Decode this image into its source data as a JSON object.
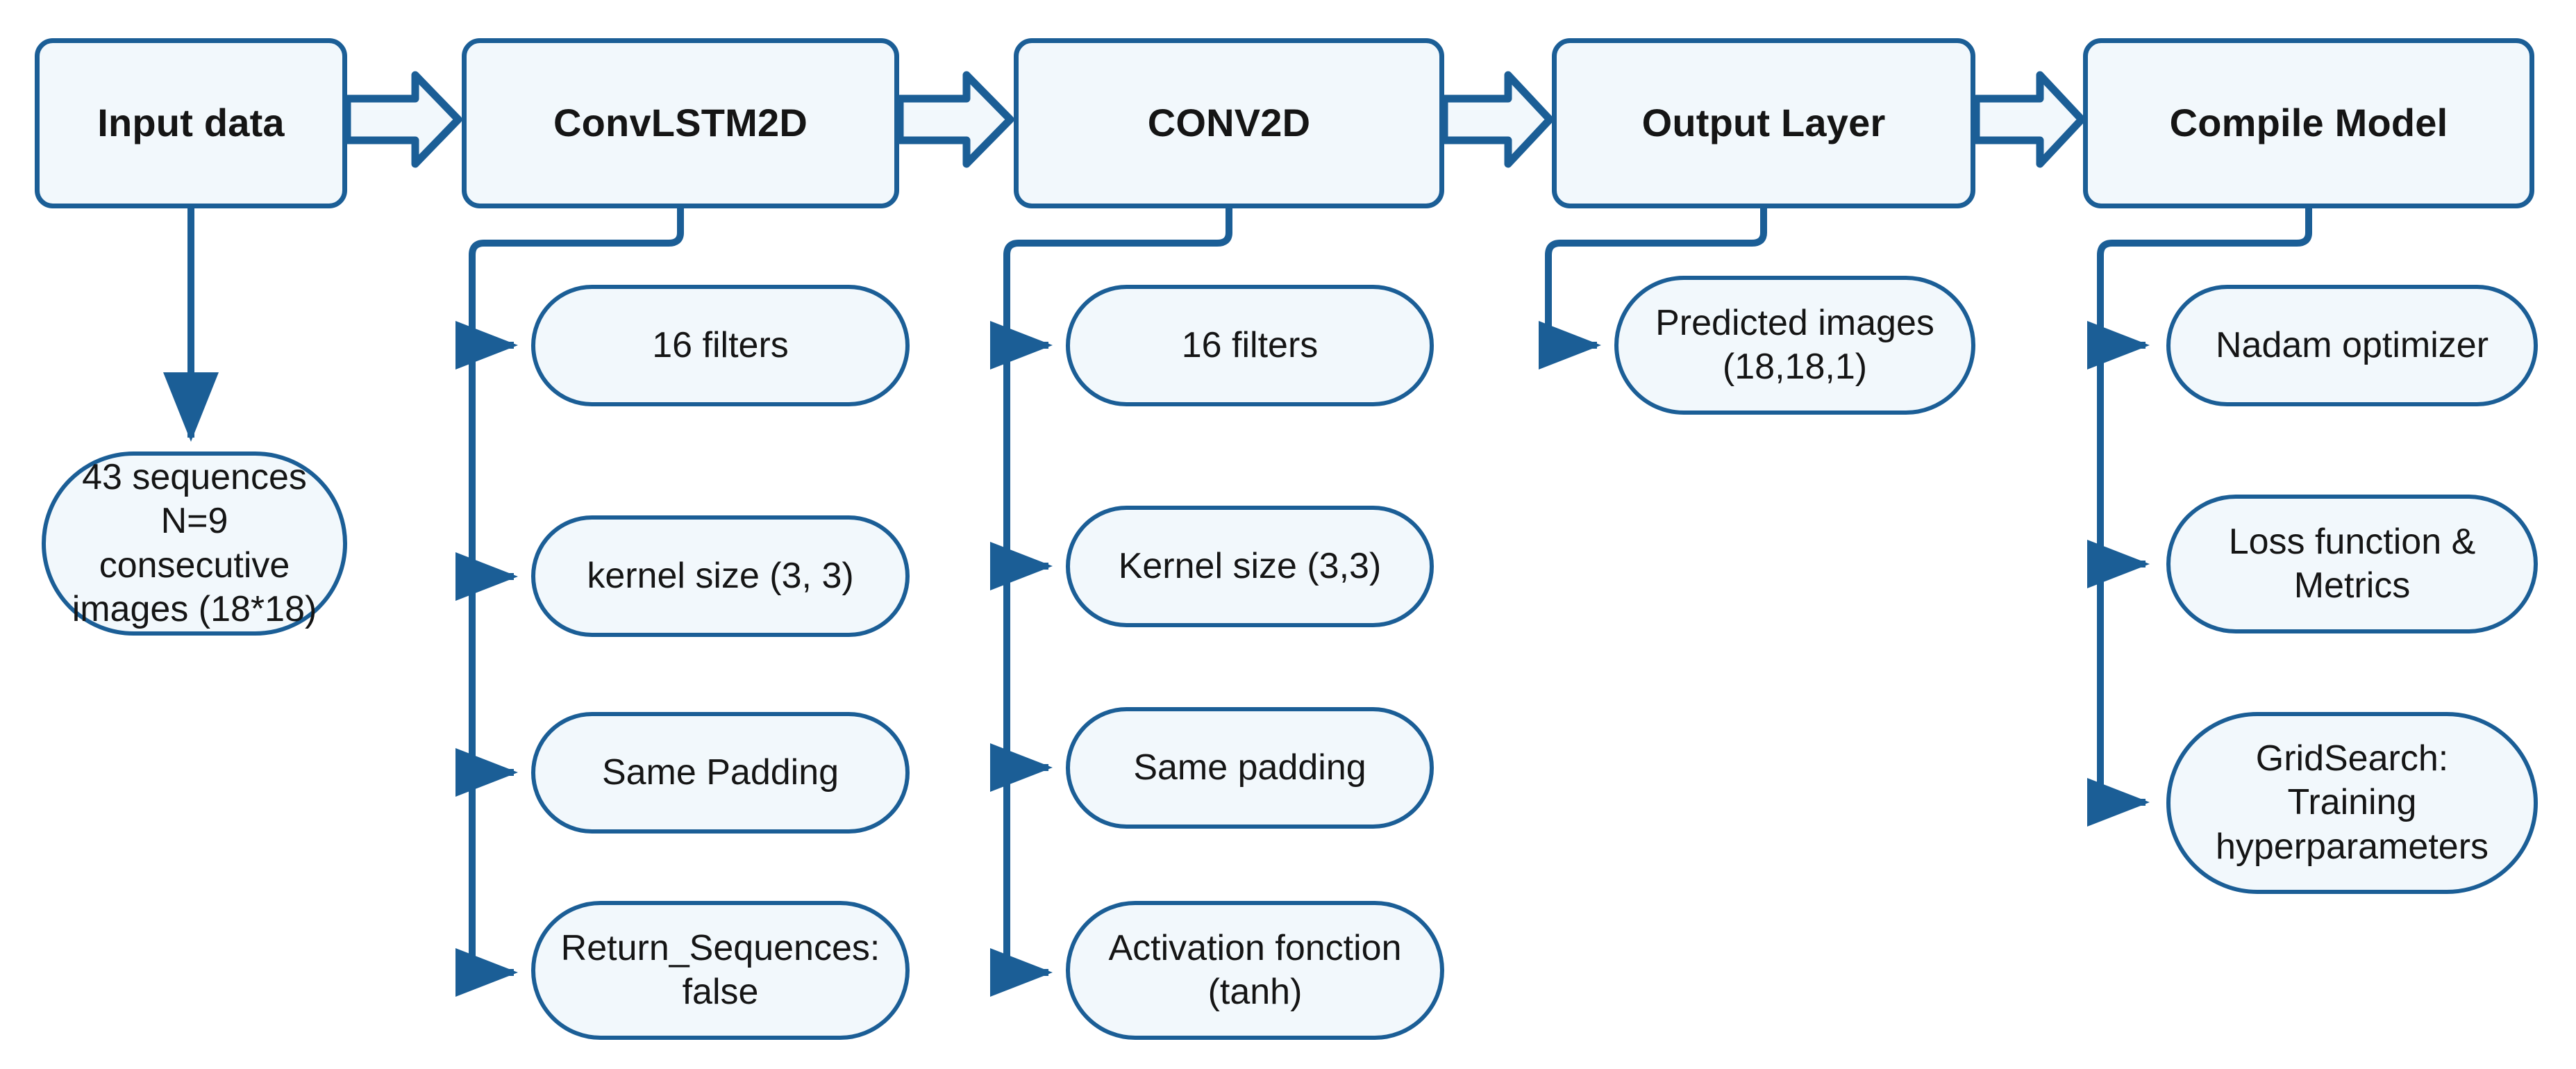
{
  "diagram": {
    "title": "ConvLSTM2D model architecture pipeline",
    "colors": {
      "stroke": "#1b5e96",
      "fill": "#f2f8fc",
      "text": "#151515",
      "background": "#ffffff"
    },
    "stages": [
      {
        "id": "input-data",
        "label": "Input data"
      },
      {
        "id": "convlstm2d",
        "label": "ConvLSTM2D"
      },
      {
        "id": "conv2d",
        "label": "CONV2D"
      },
      {
        "id": "output-layer",
        "label": "Output Layer"
      },
      {
        "id": "compile-model",
        "label": "Compile Model"
      }
    ],
    "children": {
      "input_data": [
        {
          "id": "sequences",
          "label": "43 sequences\nN=9 consecutive\nimages (18*18)"
        }
      ],
      "convlstm2d": [
        {
          "id": "filters",
          "label": "16 filters"
        },
        {
          "id": "kernel-size",
          "label": "kernel size (3, 3)"
        },
        {
          "id": "padding",
          "label": "Same Padding"
        },
        {
          "id": "return-sequences",
          "label": "Return_Sequences:\nfalse"
        }
      ],
      "conv2d": [
        {
          "id": "filters",
          "label": "16 filters"
        },
        {
          "id": "kernel-size",
          "label": "Kernel size (3,3)"
        },
        {
          "id": "padding",
          "label": "Same padding"
        },
        {
          "id": "activation",
          "label": "Activation fonction\n(tanh)"
        }
      ],
      "output_layer": [
        {
          "id": "predicted-images",
          "label": "Predicted images\n(18,18,1)"
        }
      ],
      "compile_model": [
        {
          "id": "optimizer",
          "label": "Nadam optimizer"
        },
        {
          "id": "loss-metrics",
          "label": "Loss function &\nMetrics"
        },
        {
          "id": "gridsearch",
          "label": "GridSearch:\nTraining\nhyperparameters"
        }
      ]
    },
    "flow_arrows": [
      {
        "id": "input-to-convlstm",
        "from": "Input data",
        "to": "ConvLSTM2D"
      },
      {
        "id": "convlstm-to-conv2d",
        "from": "ConvLSTM2D",
        "to": "CONV2D"
      },
      {
        "id": "conv2d-to-output",
        "from": "CONV2D",
        "to": "Output Layer"
      },
      {
        "id": "output-to-compile",
        "from": "Output Layer",
        "to": "Compile Model"
      }
    ]
  }
}
